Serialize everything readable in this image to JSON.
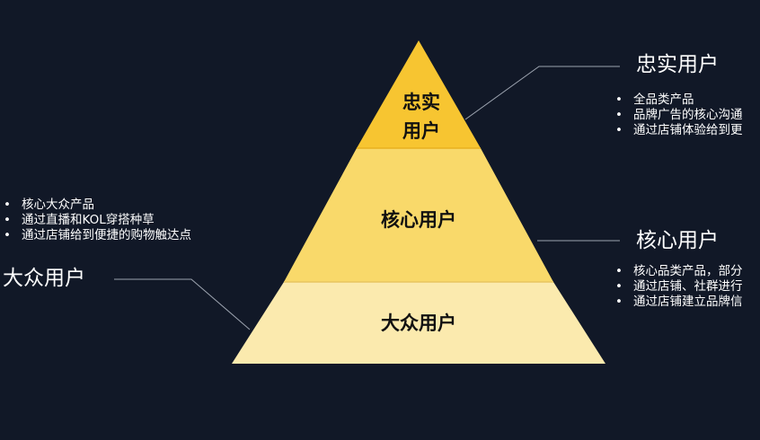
{
  "pyramid": {
    "tiers": [
      {
        "lines": [
          "忠实",
          "用户"
        ],
        "color": "#F7C531"
      },
      {
        "lines": [
          "核心用户"
        ],
        "color": "#F9D96A"
      },
      {
        "lines": [
          "大众用户"
        ],
        "color": "#FBEAAE"
      }
    ]
  },
  "callouts": {
    "loyal": {
      "title": "忠实用户",
      "bullets": [
        "全品类产品",
        "品牌广告的核心沟通",
        "通过店铺体验给到更"
      ]
    },
    "core": {
      "title": "核心用户",
      "bullets": [
        "核心品类产品，部分",
        "通过店铺、社群进行",
        "通过店铺建立品牌信"
      ]
    },
    "mass": {
      "title": "大众用户",
      "bullets": [
        "核心大众产品",
        "通过直播和KOL穿搭种草",
        "通过店铺给到便捷的购物触达点"
      ]
    }
  }
}
